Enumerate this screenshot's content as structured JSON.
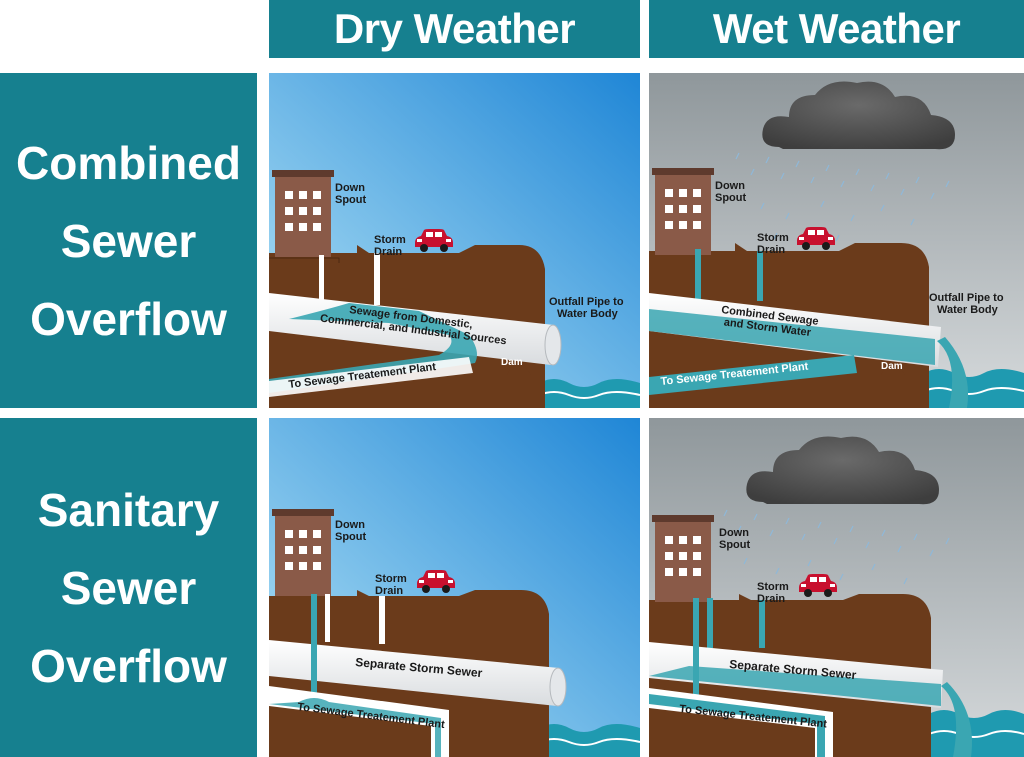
{
  "columns": [
    "Dry Weather",
    "Wet Weather"
  ],
  "rows": [
    [
      "Combined",
      "Sewer",
      "Overflow"
    ],
    [
      "Sanitary",
      "Sewer",
      "Overflow"
    ]
  ],
  "labels": {
    "down_spout": [
      "Down",
      "Spout"
    ],
    "storm_drain": [
      "Storm",
      "Drain"
    ],
    "outfall": [
      "Outfall Pipe to",
      "Water Body"
    ],
    "dam": "Dam",
    "to_plant": "To Sewage Treatement Plant",
    "sewage_sources": [
      "Sewage from Domestic,",
      "Commercial, and Industrial Sources"
    ],
    "combined_flow": [
      "Combined Sewage",
      "and Storm Water"
    ],
    "separate_storm": "Separate Storm Sewer"
  },
  "colors": {
    "header": "#16808f",
    "earth": "#6b3b1b",
    "water": "#3aa6b2",
    "building": "#8a5a48",
    "car": "#c8102e",
    "cloud": "#4a4a4a",
    "sky_dry": "#4fb3e6",
    "sky_wet": "#9aa3a8"
  }
}
